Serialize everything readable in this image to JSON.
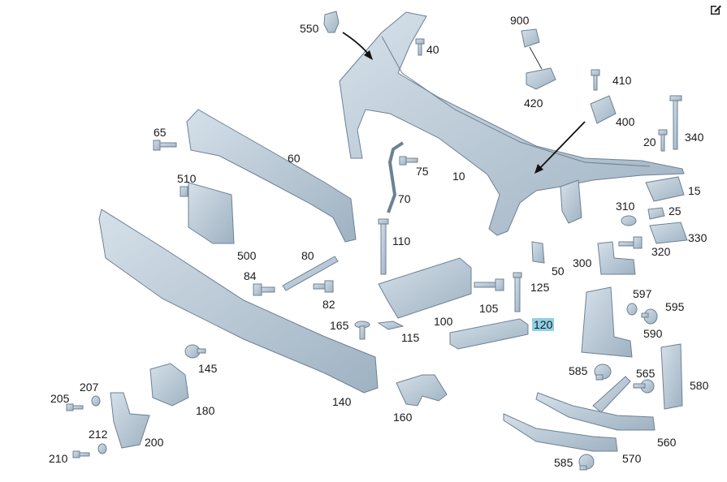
{
  "callouts": {
    "c550": "550",
    "c40": "40",
    "c900": "900",
    "c420": "420",
    "c410": "410",
    "c400": "400",
    "c65": "65",
    "c60": "60",
    "c20": "20",
    "c340": "340",
    "c75": "75",
    "c10": "10",
    "c70": "70",
    "c510": "510",
    "c15": "15",
    "c310": "310",
    "c25": "25",
    "c110": "110",
    "c330": "330",
    "c500": "500",
    "c80": "80",
    "c300": "300",
    "c320": "320",
    "c50": "50",
    "c84": "84",
    "c125": "125",
    "c82": "82",
    "c105": "105",
    "c597": "597",
    "c595": "595",
    "c100": "100",
    "c165": "165",
    "c120": "120",
    "c115": "115",
    "c590": "590",
    "c145": "145",
    "c585a": "585",
    "c565": "565",
    "c580": "580",
    "c207": "207",
    "c205": "205",
    "c180": "180",
    "c140": "140",
    "c160": "160",
    "c212": "212",
    "c200": "200",
    "c560": "560",
    "c210": "210",
    "c570": "570",
    "c585b": "585"
  },
  "highlighted_callout": "120",
  "colors": {
    "part_fill": "#b7c7d4",
    "part_edge": "#6d8194",
    "highlight": "#8fd0e6"
  },
  "icons": {
    "edit": "edit-icon"
  }
}
